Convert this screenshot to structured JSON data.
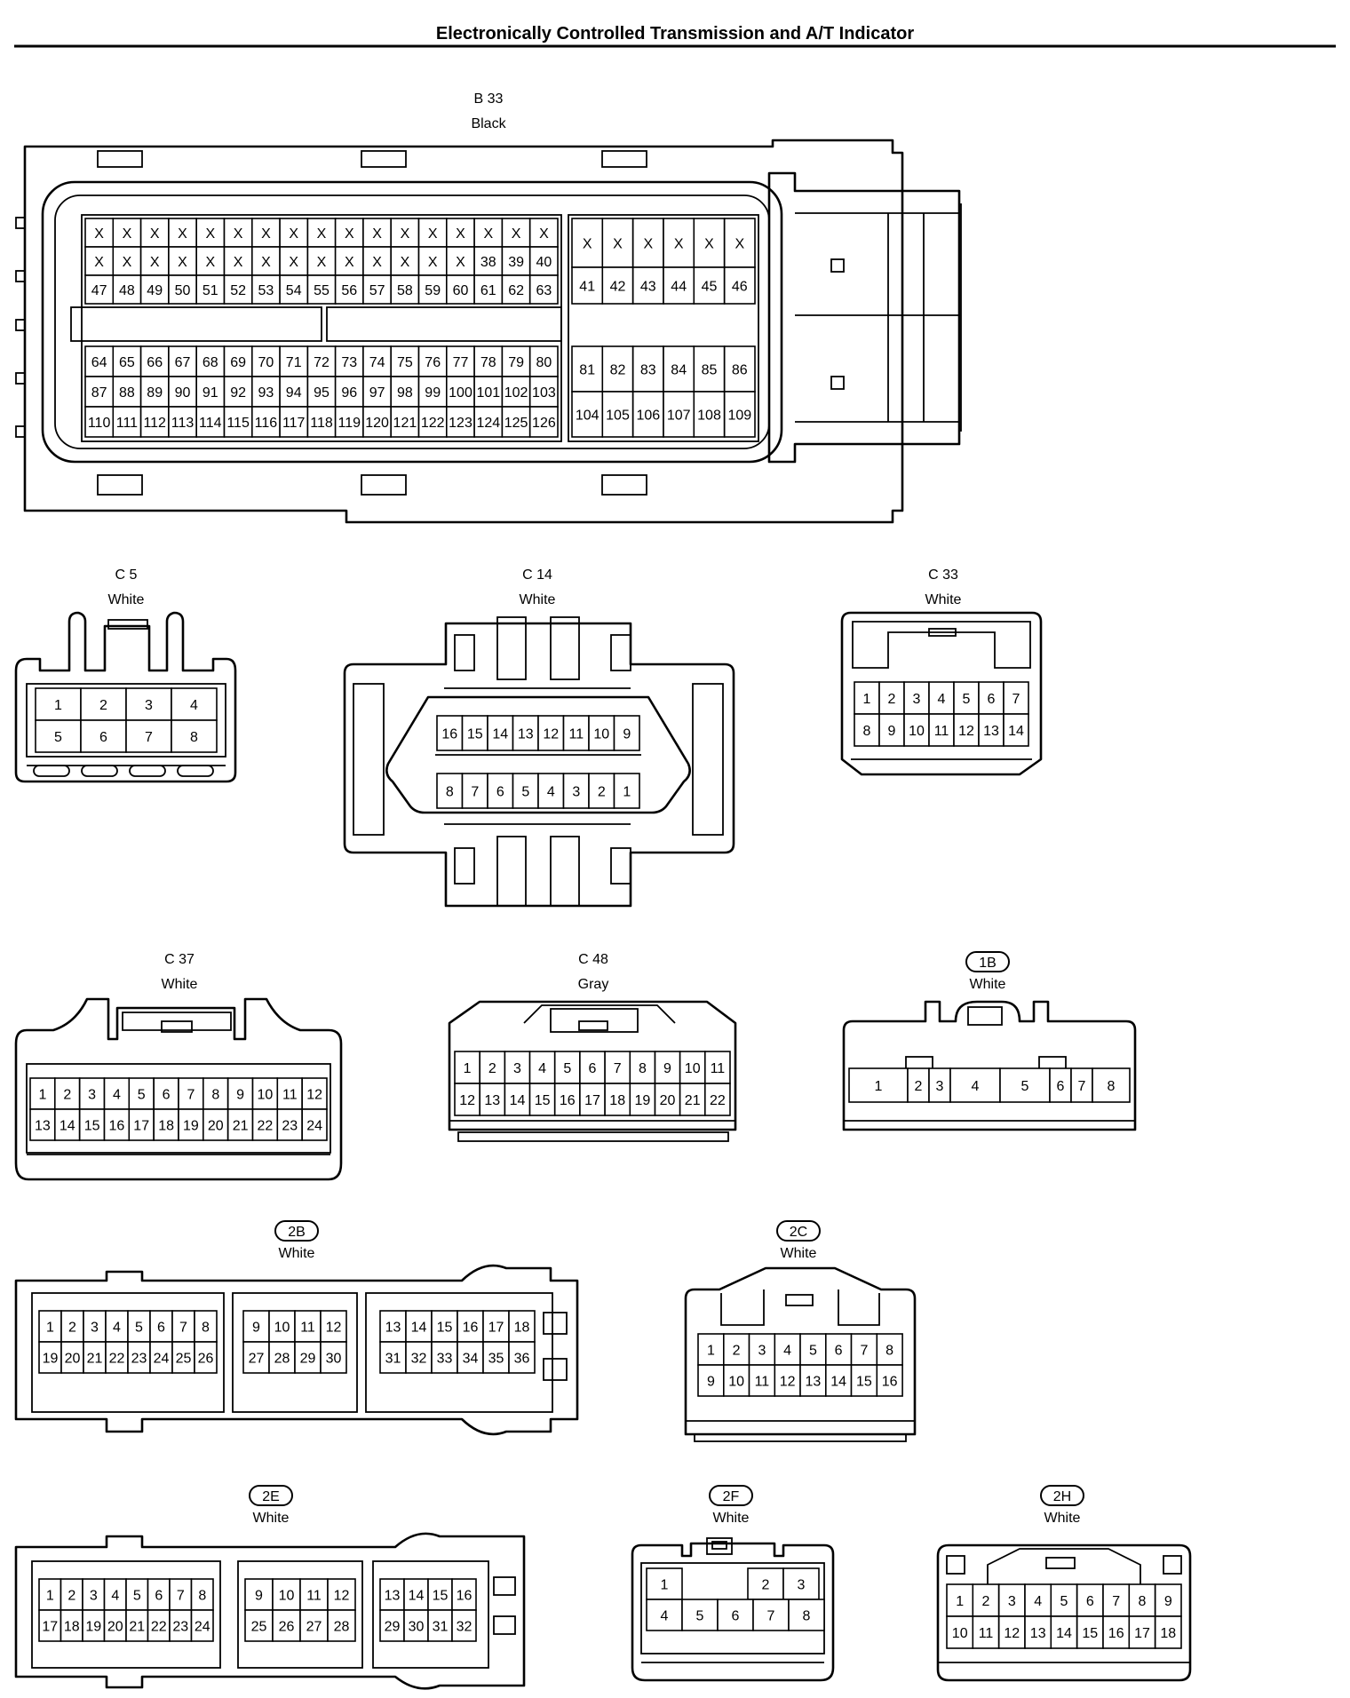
{
  "title": "Electronically Controlled Transmission and A/T Indicator",
  "connectors": [
    {
      "id": "B33",
      "code": "B 33",
      "color": "Black",
      "boxed": false,
      "blocks": [
        {
          "rows": [
            [
              "X",
              "X",
              "X",
              "X",
              "X",
              "X",
              "X",
              "X",
              "X",
              "X",
              "X",
              "X",
              "X",
              "X",
              "X",
              "X",
              "X"
            ],
            [
              "X",
              "X",
              "X",
              "X",
              "X",
              "X",
              "X",
              "X",
              "X",
              "X",
              "X",
              "X",
              "X",
              "X",
              "38",
              "39",
              "40"
            ],
            [
              "47",
              "48",
              "49",
              "50",
              "51",
              "52",
              "53",
              "54",
              "55",
              "56",
              "57",
              "58",
              "59",
              "60",
              "61",
              "62",
              "63"
            ]
          ]
        },
        {
          "rows": [
            [
              "X",
              "X",
              "X",
              "X",
              "X",
              "X"
            ],
            [
              "41",
              "42",
              "43",
              "44",
              "45",
              "46"
            ]
          ]
        },
        {
          "rows": [
            [
              "64",
              "65",
              "66",
              "67",
              "68",
              "69",
              "70",
              "71",
              "72",
              "73",
              "74",
              "75",
              "76",
              "77",
              "78",
              "79",
              "80"
            ],
            [
              "87",
              "88",
              "89",
              "90",
              "91",
              "92",
              "93",
              "94",
              "95",
              "96",
              "97",
              "98",
              "99",
              "100",
              "101",
              "102",
              "103"
            ],
            [
              "110",
              "111",
              "112",
              "113",
              "114",
              "115",
              "116",
              "117",
              "118",
              "119",
              "120",
              "121",
              "122",
              "123",
              "124",
              "125",
              "126"
            ]
          ]
        },
        {
          "rows": [
            [
              "81",
              "82",
              "83",
              "84",
              "85",
              "86"
            ],
            [
              "104",
              "105",
              "106",
              "107",
              "108",
              "109"
            ]
          ]
        }
      ]
    },
    {
      "id": "C5",
      "code": "C 5",
      "color": "White",
      "boxed": false,
      "blocks": [
        {
          "rows": [
            [
              "1",
              "2",
              "3",
              "4"
            ],
            [
              "5",
              "6",
              "7",
              "8"
            ]
          ]
        }
      ]
    },
    {
      "id": "C14",
      "code": "C 14",
      "color": "White",
      "boxed": false,
      "blocks": [
        {
          "rows": [
            [
              "16",
              "15",
              "14",
              "13",
              "12",
              "11",
              "10",
              "9"
            ],
            [
              "8",
              "7",
              "6",
              "5",
              "4",
              "3",
              "2",
              "1"
            ]
          ]
        }
      ]
    },
    {
      "id": "C33",
      "code": "C 33",
      "color": "White",
      "boxed": false,
      "blocks": [
        {
          "rows": [
            [
              "1",
              "2",
              "3",
              "4",
              "5",
              "6",
              "7"
            ],
            [
              "8",
              "9",
              "10",
              "11",
              "12",
              "13",
              "14"
            ]
          ]
        }
      ]
    },
    {
      "id": "C37",
      "code": "C 37",
      "color": "White",
      "boxed": false,
      "blocks": [
        {
          "rows": [
            [
              "1",
              "2",
              "3",
              "4",
              "5",
              "6",
              "7",
              "8",
              "9",
              "10",
              "11",
              "12"
            ],
            [
              "13",
              "14",
              "15",
              "16",
              "17",
              "18",
              "19",
              "20",
              "21",
              "22",
              "23",
              "24"
            ]
          ]
        }
      ]
    },
    {
      "id": "C48",
      "code": "C 48",
      "color": "Gray",
      "boxed": false,
      "blocks": [
        {
          "rows": [
            [
              "1",
              "2",
              "3",
              "4",
              "5",
              "6",
              "7",
              "8",
              "9",
              "10",
              "11"
            ],
            [
              "12",
              "13",
              "14",
              "15",
              "16",
              "17",
              "18",
              "19",
              "20",
              "21",
              "22"
            ]
          ]
        }
      ]
    },
    {
      "id": "1B",
      "code": "1B",
      "color": "White",
      "boxed": true,
      "blocks": [
        {
          "rows": [
            [
              "1",
              "2",
              "3",
              "4",
              "5",
              "6",
              "7",
              "8"
            ]
          ]
        }
      ]
    },
    {
      "id": "2B",
      "code": "2B",
      "color": "White",
      "boxed": true,
      "blocks": [
        {
          "rows": [
            [
              "1",
              "2",
              "3",
              "4",
              "5",
              "6",
              "7",
              "8"
            ],
            [
              "19",
              "20",
              "21",
              "22",
              "23",
              "24",
              "25",
              "26"
            ]
          ]
        },
        {
          "rows": [
            [
              "9",
              "10",
              "11",
              "12"
            ],
            [
              "27",
              "28",
              "29",
              "30"
            ]
          ]
        },
        {
          "rows": [
            [
              "13",
              "14",
              "15",
              "16",
              "17",
              "18"
            ],
            [
              "31",
              "32",
              "33",
              "34",
              "35",
              "36"
            ]
          ]
        }
      ]
    },
    {
      "id": "2C",
      "code": "2C",
      "color": "White",
      "boxed": true,
      "blocks": [
        {
          "rows": [
            [
              "1",
              "2",
              "3",
              "4",
              "5",
              "6",
              "7",
              "8"
            ],
            [
              "9",
              "10",
              "11",
              "12",
              "13",
              "14",
              "15",
              "16"
            ]
          ]
        }
      ]
    },
    {
      "id": "2E",
      "code": "2E",
      "color": "White",
      "boxed": true,
      "blocks": [
        {
          "rows": [
            [
              "1",
              "2",
              "3",
              "4",
              "5",
              "6",
              "7",
              "8"
            ],
            [
              "17",
              "18",
              "19",
              "20",
              "21",
              "22",
              "23",
              "24"
            ]
          ]
        },
        {
          "rows": [
            [
              "9",
              "10",
              "11",
              "12"
            ],
            [
              "25",
              "26",
              "27",
              "28"
            ]
          ]
        },
        {
          "rows": [
            [
              "13",
              "14",
              "15",
              "16"
            ],
            [
              "29",
              "30",
              "31",
              "32"
            ]
          ]
        }
      ]
    },
    {
      "id": "2F",
      "code": "2F",
      "color": "White",
      "boxed": true,
      "blocks": [
        {
          "rows": [
            [
              "1",
              "2",
              "3"
            ],
            [
              "4",
              "5",
              "6",
              "7",
              "8"
            ]
          ]
        }
      ]
    },
    {
      "id": "2H",
      "code": "2H",
      "color": "White",
      "boxed": true,
      "blocks": [
        {
          "rows": [
            [
              "1",
              "2",
              "3",
              "4",
              "5",
              "6",
              "7",
              "8",
              "9"
            ],
            [
              "10",
              "11",
              "12",
              "13",
              "14",
              "15",
              "16",
              "17",
              "18"
            ]
          ]
        }
      ]
    }
  ]
}
